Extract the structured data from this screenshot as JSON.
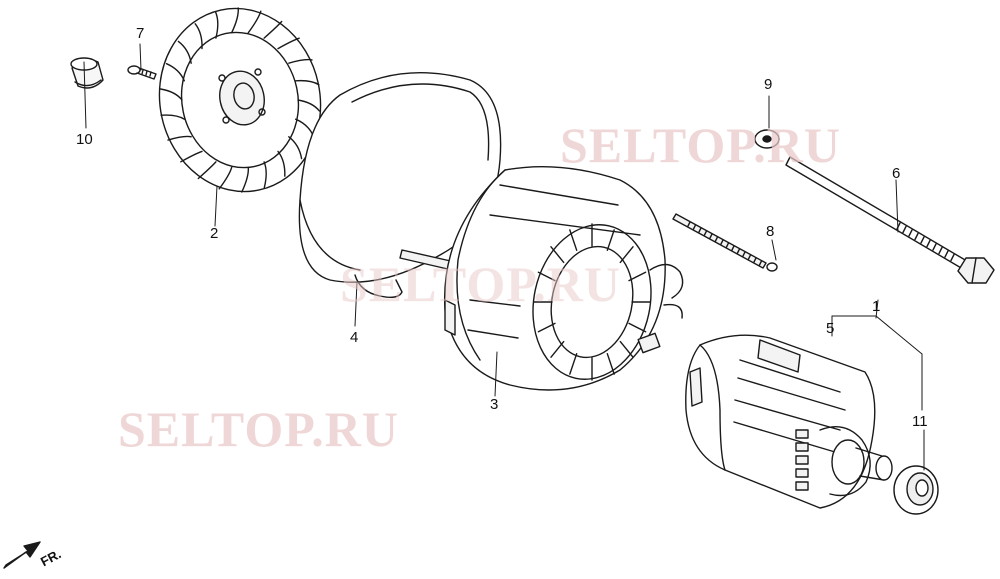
{
  "watermark_text": "SELTOP.RU",
  "direction_label": "FR.",
  "ink_color": "#1a1a1a",
  "watermark_color": "#e9c8c8",
  "parts": [
    {
      "id": "p1",
      "label": "1"
    },
    {
      "id": "p2",
      "label": "2"
    },
    {
      "id": "p3",
      "label": "3"
    },
    {
      "id": "p4",
      "label": "4"
    },
    {
      "id": "p5",
      "label": "5"
    },
    {
      "id": "p6",
      "label": "6"
    },
    {
      "id": "p7",
      "label": "7"
    },
    {
      "id": "p8",
      "label": "8"
    },
    {
      "id": "p9",
      "label": "9"
    },
    {
      "id": "p10",
      "label": "10"
    },
    {
      "id": "p11",
      "label": "11"
    }
  ]
}
